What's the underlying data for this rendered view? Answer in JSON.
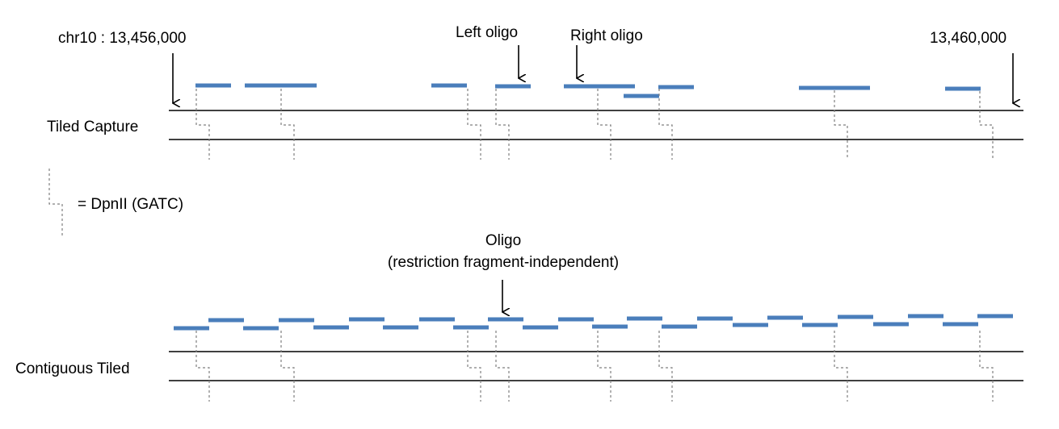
{
  "labels": {
    "start_coord": "chr10 : 13,456,000",
    "end_coord": "13,460,000",
    "left_oligo": "Left oligo",
    "right_oligo": "Right oligo",
    "tiled_capture": "Tiled Capture",
    "legend": "= DpnII (GATC)",
    "oligo_title": "Oligo",
    "oligo_subtitle": "(restriction fragment-independent)",
    "contiguous_tiled": "Contiguous Tiled"
  },
  "colors": {
    "oligo": "#4a7ebb",
    "line": "#000000",
    "cut_site": "#7f7f7f"
  },
  "legend_icon": "dpnii-cut-site-icon"
}
